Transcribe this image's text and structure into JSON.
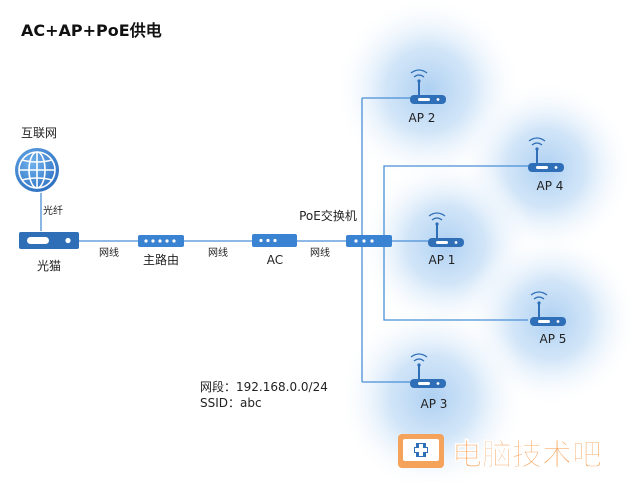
{
  "title": "AC+AP+PoE供电",
  "colors": {
    "device_blue": "#3a82d2",
    "device_dark": "#2f6fb8",
    "line": "#4a8fd6",
    "glow": "#bcd8f4",
    "text": "#222222",
    "watermark_orange": "#f5a25a"
  },
  "labels": {
    "internet": "互联网",
    "fiber": "光纤",
    "modem": "光猫",
    "cable1": "网线",
    "main_router": "主路由",
    "cable2": "网线",
    "ac": "AC",
    "cable3": "网线",
    "poe_switch": "PoE交换机"
  },
  "access_points": [
    {
      "id": "ap2",
      "label": "AP 2"
    },
    {
      "id": "ap4",
      "label": "AP 4"
    },
    {
      "id": "ap1",
      "label": "AP 1"
    },
    {
      "id": "ap5",
      "label": "AP 5"
    },
    {
      "id": "ap3",
      "label": "AP 3"
    }
  ],
  "network_info": {
    "segment": "网段：192.168.0.0/24",
    "ssid": "SSID：abc"
  },
  "watermark": "电脑技术吧",
  "icons": {
    "internet": "globe-icon",
    "modem": "modem-icon",
    "router": "router-icon",
    "ac": "ac-controller-icon",
    "switch": "switch-icon",
    "ap": "access-point-icon",
    "watermark": "computer-medical-logo-icon"
  }
}
